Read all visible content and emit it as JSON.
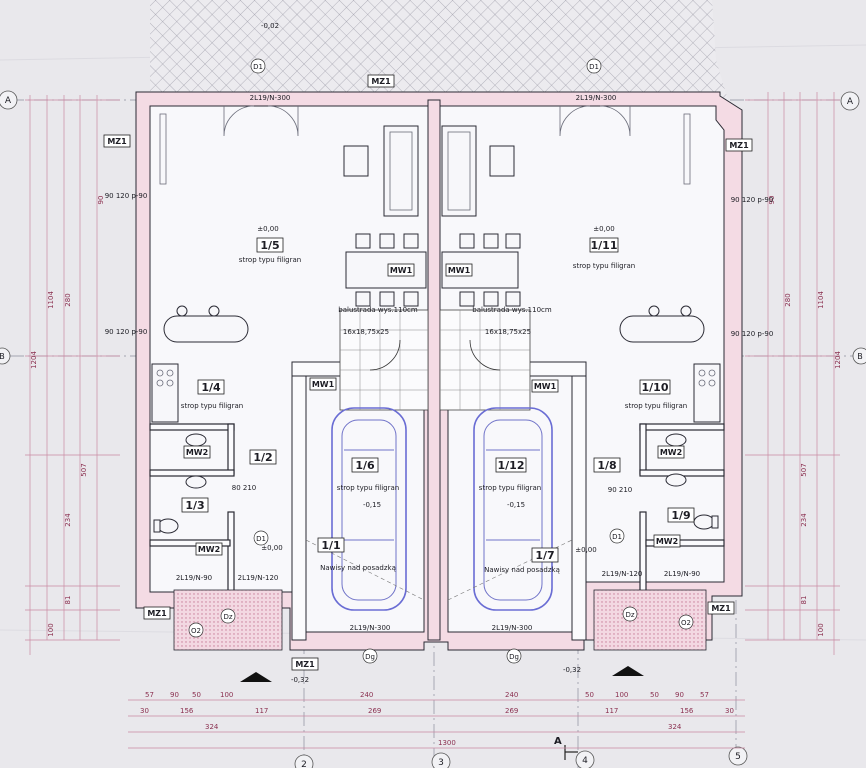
{
  "axes": {
    "rows": [
      "A",
      "B"
    ],
    "cols": [
      "2",
      "3",
      "4",
      "5"
    ],
    "section_mark": "A"
  },
  "rooms": [
    {
      "id": "1/5",
      "note": "strop typu filigran",
      "level": "±0,00"
    },
    {
      "id": "1/11",
      "note": "strop typu filigran",
      "level": "±0,00"
    },
    {
      "id": "1/4",
      "note": "strop typu filigran"
    },
    {
      "id": "1/10",
      "note": "strop typu filigran"
    },
    {
      "id": "1/2"
    },
    {
      "id": "1/8"
    },
    {
      "id": "1/3"
    },
    {
      "id": "1/9"
    },
    {
      "id": "1/6",
      "note": "strop typu filigran",
      "level": "-0,15"
    },
    {
      "id": "1/12",
      "note": "strop typu filigran",
      "level": "-0,15"
    },
    {
      "id": "1/1",
      "level": "±0,00"
    },
    {
      "id": "1/7",
      "level": "±0,00"
    }
  ],
  "tags": {
    "mz1": "MZ1",
    "mw1": "MW1",
    "mw2": "MW2",
    "d1": "D1",
    "dz": "Dz",
    "o2": "O2",
    "dg": "Dg"
  },
  "notes": {
    "balustrade": "balustrada wys.110cm",
    "stairs": "16x18,75x25",
    "canopy": "Nawisy nad posadzką",
    "lintel_300": "2L19/N-300",
    "lintel_120": "2L19/N-120",
    "lintel_90": "2L19/N-90",
    "window": "90 120 p-90",
    "door_80": "80 210",
    "door_90": "90 210",
    "level_top": "-0,02",
    "level_bottom": "-0,32"
  },
  "dimensions": {
    "left_vertical": [
      "1104",
      "1204",
      "280",
      "507",
      "234",
      "100",
      "81",
      "90"
    ],
    "right_vertical": [
      "1104",
      "1204",
      "280",
      "507",
      "234",
      "100",
      "81",
      "90"
    ],
    "bottom_row1": [
      "57",
      "90",
      "50",
      "100",
      "240",
      "240",
      "50",
      "100",
      "50",
      "90",
      "57"
    ],
    "bottom_row2": [
      "30",
      "156",
      "117",
      "269",
      "269",
      "117",
      "156",
      "30"
    ],
    "bottom_row3": [
      "324",
      "324"
    ],
    "total": "1300"
  }
}
